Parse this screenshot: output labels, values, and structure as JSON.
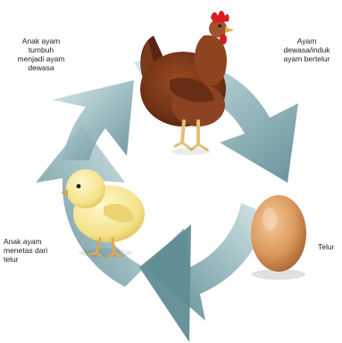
{
  "title": "",
  "stages": [
    {
      "id": "hen",
      "label": "Ayam\ndewasa/induk\nayam bertelur",
      "icon": "hen-icon"
    },
    {
      "id": "egg",
      "label": "Telur",
      "icon": "egg-icon"
    },
    {
      "id": "chick",
      "label": "Anak ayam\nmenetas dari\ntelur",
      "icon": "chick-icon"
    },
    {
      "id": "growth",
      "label": "Anak ayam\ntumbuh\nmenjadi ayam\ndewasa",
      "icon": "cycle-arrow-icon"
    }
  ],
  "colors": {
    "ring_dark": "#5f8d94",
    "ring_light": "#cfe0e3",
    "hen_body": "#7a3a1c",
    "chick_body": "#f6e79a",
    "egg_body": "#d99a5f"
  }
}
